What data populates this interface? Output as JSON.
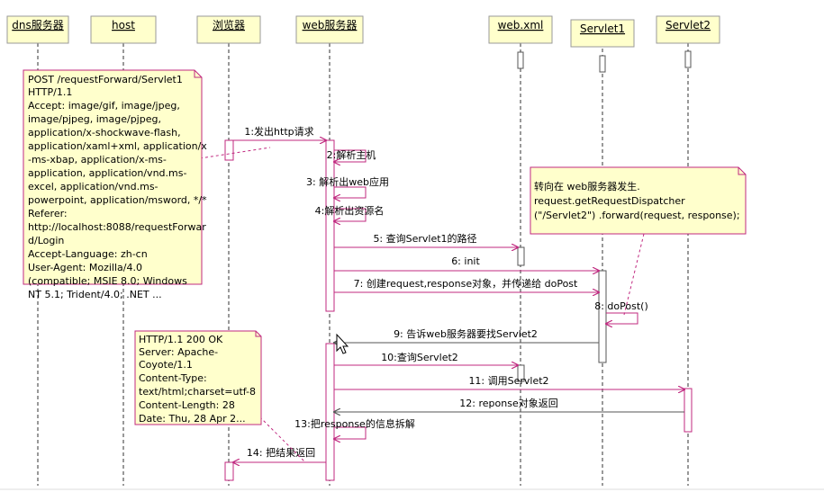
{
  "colors": {
    "header_fill": "#ffffcc",
    "header_stroke": "#999999",
    "arrow": "#c0287f",
    "return_arrow": "#555555",
    "lifeline": "#333333",
    "note_fill": "#ffffcc",
    "note_stroke": "#c0287f"
  },
  "participants": [
    {
      "id": "dns",
      "label": "dns服务器"
    },
    {
      "id": "host",
      "label": "host"
    },
    {
      "id": "browser",
      "label": "浏览器"
    },
    {
      "id": "web",
      "label": "web服务器"
    },
    {
      "id": "webxml",
      "label": "web.xml"
    },
    {
      "id": "servlet1",
      "label": "Servlet1"
    },
    {
      "id": "servlet2",
      "label": "Servlet2"
    }
  ],
  "messages": [
    {
      "label": "1:发出http请求",
      "from": "browser",
      "to": "web"
    },
    {
      "label": "2:解析主机",
      "from": "web",
      "to": "web"
    },
    {
      "label": "3: 解析出web应用",
      "from": "web",
      "to": "web"
    },
    {
      "label": "4:解析出资源名",
      "from": "web",
      "to": "web"
    },
    {
      "label": "5: 查询Servlet1的路径",
      "from": "web",
      "to": "webxml"
    },
    {
      "label": "6: init",
      "from": "web",
      "to": "servlet1"
    },
    {
      "label": "7: 创建request,response对象，并传递给 doPost",
      "from": "web",
      "to": "servlet1"
    },
    {
      "label": "8: doPost()",
      "from": "servlet1",
      "to": "servlet1"
    },
    {
      "label": "9: 告诉web服务器要找Servlet2",
      "from": "servlet1",
      "to": "web"
    },
    {
      "label": "10:查询Servlet2",
      "from": "web",
      "to": "webxml"
    },
    {
      "label": "11: 调用Servlet2",
      "from": "web",
      "to": "servlet2"
    },
    {
      "label": "12: reponse对象返回",
      "from": "servlet2",
      "to": "web"
    },
    {
      "label": "13:把response的信息拆解",
      "from": "web",
      "to": "web"
    },
    {
      "label": "14: 把结果返回",
      "from": "web",
      "to": "browser"
    }
  ],
  "notes": {
    "request": [
      "POST /requestForward/Servlet1",
      "HTTP/1.1",
      "Accept: image/gif, image/jpeg,",
      "image/pjpeg, image/pjpeg,",
      "application/x-shockwave-flash,",
      "application/xaml+xml, application/x",
      "-ms-xbap, application/x-ms-",
      "application, application/vnd.ms-",
      "excel, application/vnd.ms-",
      "powerpoint, application/msword, */*",
      "Referer:",
      "http://localhost:8088/requestForwar",
      "d/Login",
      "Accept-Language: zh-cn",
      "User-Agent: Mozilla/4.0",
      "(compatible; MSIE 8.0; Windows",
      "NT 5.1; Trident/4.0; .NET ..."
    ],
    "forward": [
      "转向在 web服务器发生.",
      "request.getRequestDispatcher",
      "(\"/Servlet2\") .forward(request, response);"
    ],
    "response": [
      "HTTP/1.1 200 OK",
      "Server: Apache-",
      "Coyote/1.1",
      "Content-Type:",
      "text/html;charset=utf-8",
      "Content-Length: 28",
      "Date: Thu, 28 Apr 2..."
    ]
  }
}
